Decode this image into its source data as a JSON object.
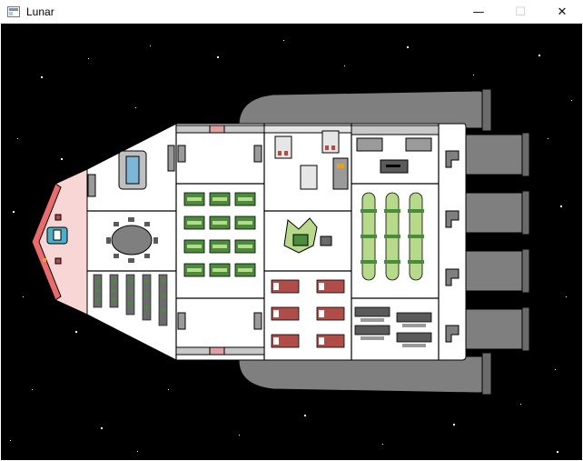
{
  "window": {
    "title": "Lunar",
    "icon": "app-window-icon",
    "controls": {
      "minimize": "—",
      "maximize": "☐",
      "close": "✕"
    },
    "maximize_enabled": false
  },
  "colors": {
    "space": "#000000",
    "hull": "#ffffff",
    "hull_outline": "#000000",
    "cockpit": "#f9d6d6",
    "cockpit_hull": "#e96b6b",
    "engine": "#7f7f7f",
    "engine_dark": "#5a5a5a",
    "fuel_tank": "#b7d98a",
    "bunk_bed": "#b14d48",
    "storage_crate": "#4a8c3c",
    "machine_gray": "#6b6b6b",
    "pilot_seat": "#4ab0c8",
    "chamber": "#7cb7d8"
  },
  "ship": {
    "rooms": [
      "cockpit",
      "cryo-pod-room",
      "dining-room",
      "medbay-beds",
      "corridor-upper",
      "storage-bay",
      "corridor-lower",
      "lab",
      "specimen-room",
      "crew-quarters",
      "armory",
      "fuel-tanks",
      "workshop",
      "engine-room"
    ],
    "engines": 4
  }
}
